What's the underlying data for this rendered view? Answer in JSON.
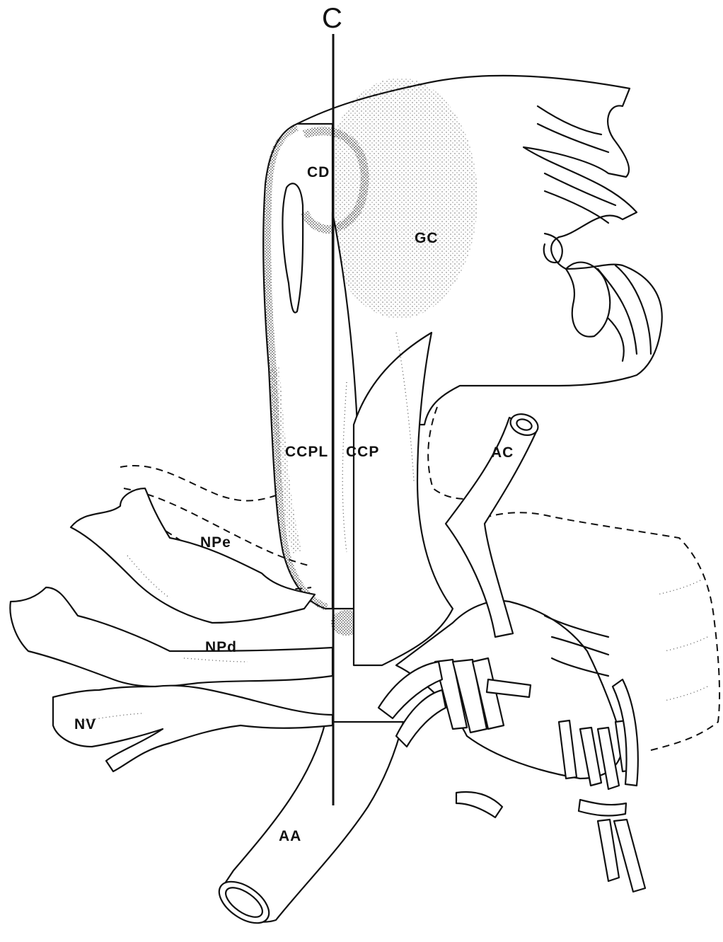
{
  "figure": {
    "section_letter": "C",
    "labels": {
      "cd": "CD",
      "gc": "GC",
      "ccpl": "CCPL",
      "ccp": "CCP",
      "ac": "AC",
      "npe": "NPe",
      "npd": "NPd",
      "nv": "NV",
      "aa": "AA"
    }
  },
  "colors": {
    "ink": "#111111",
    "background": "#ffffff",
    "stipple": "#444444"
  }
}
